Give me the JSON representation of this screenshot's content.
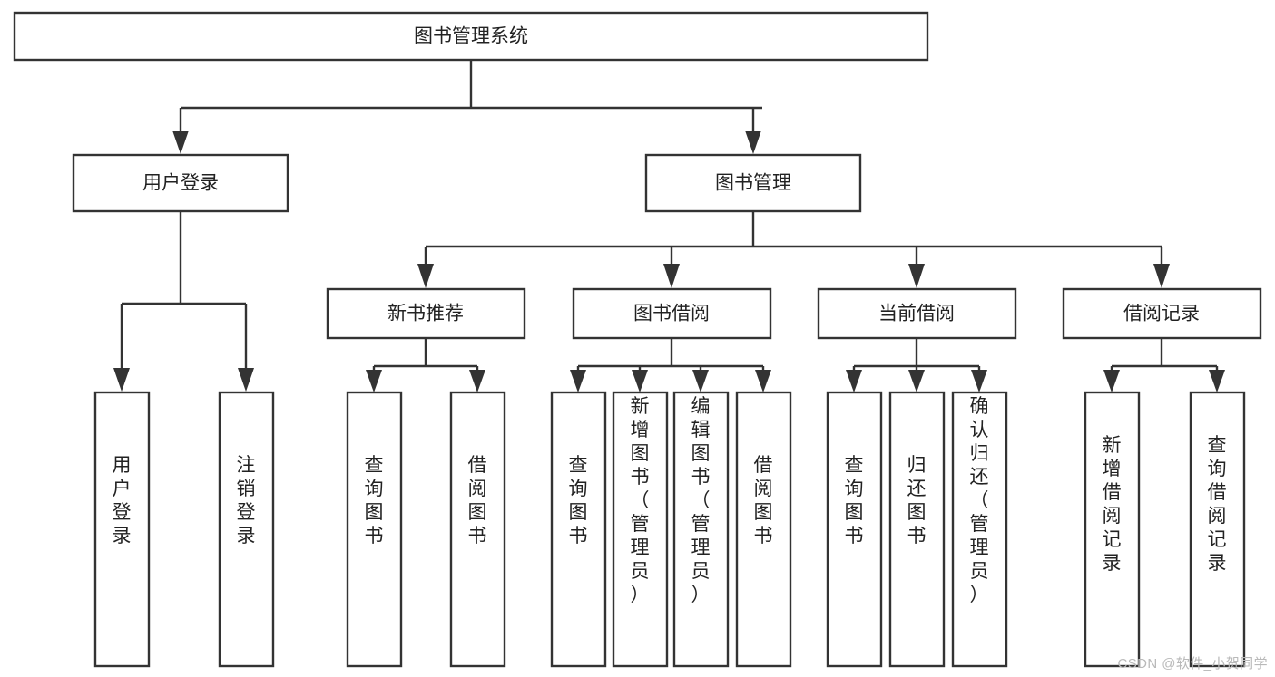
{
  "diagram": {
    "type": "tree-hierarchy-chart",
    "title": "图书管理系统",
    "colors": {
      "stroke": "#333333",
      "fill": "#ffffff",
      "text": "#222222",
      "watermark": "#b9b9b9"
    },
    "root": {
      "label": "图书管理系统"
    },
    "level2": [
      {
        "label": "用户登录"
      },
      {
        "label": "图书管理"
      }
    ],
    "level3": [
      {
        "label": "新书推荐"
      },
      {
        "label": "图书借阅"
      },
      {
        "label": "当前借阅"
      },
      {
        "label": "借阅记录"
      }
    ],
    "leaves": {
      "user_login": [
        {
          "label": "用户登录"
        },
        {
          "label": "注销登录"
        }
      ],
      "new_book_recommend": [
        {
          "label": "查询图书"
        },
        {
          "label": "借阅图书"
        }
      ],
      "book_borrow": [
        {
          "label": "查询图书"
        },
        {
          "label": "新增图书（管理员）"
        },
        {
          "label": "编辑图书（管理员）"
        },
        {
          "label": "借阅图书"
        }
      ],
      "current_borrow": [
        {
          "label": "查询图书"
        },
        {
          "label": "归还图书"
        },
        {
          "label": "确认归还（管理员）"
        }
      ],
      "borrow_record": [
        {
          "label": "新增借阅记录"
        },
        {
          "label": "查询借阅记录"
        }
      ]
    }
  },
  "watermark": {
    "text": "CSDN @软件_小贺同学"
  }
}
